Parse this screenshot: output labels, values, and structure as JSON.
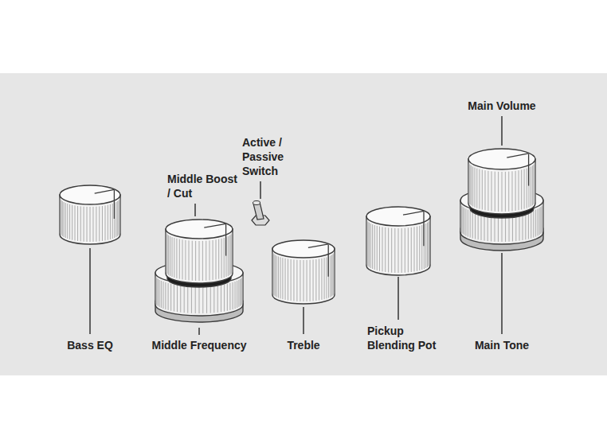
{
  "diagram": {
    "labels": [
      "Main Volume",
      "Active / Passive Switch",
      "Middle Boost / Cut",
      "Bass EQ",
      "Middle Frequency",
      "Treble",
      "Pickup Blending Pot",
      "Main Tone"
    ]
  }
}
